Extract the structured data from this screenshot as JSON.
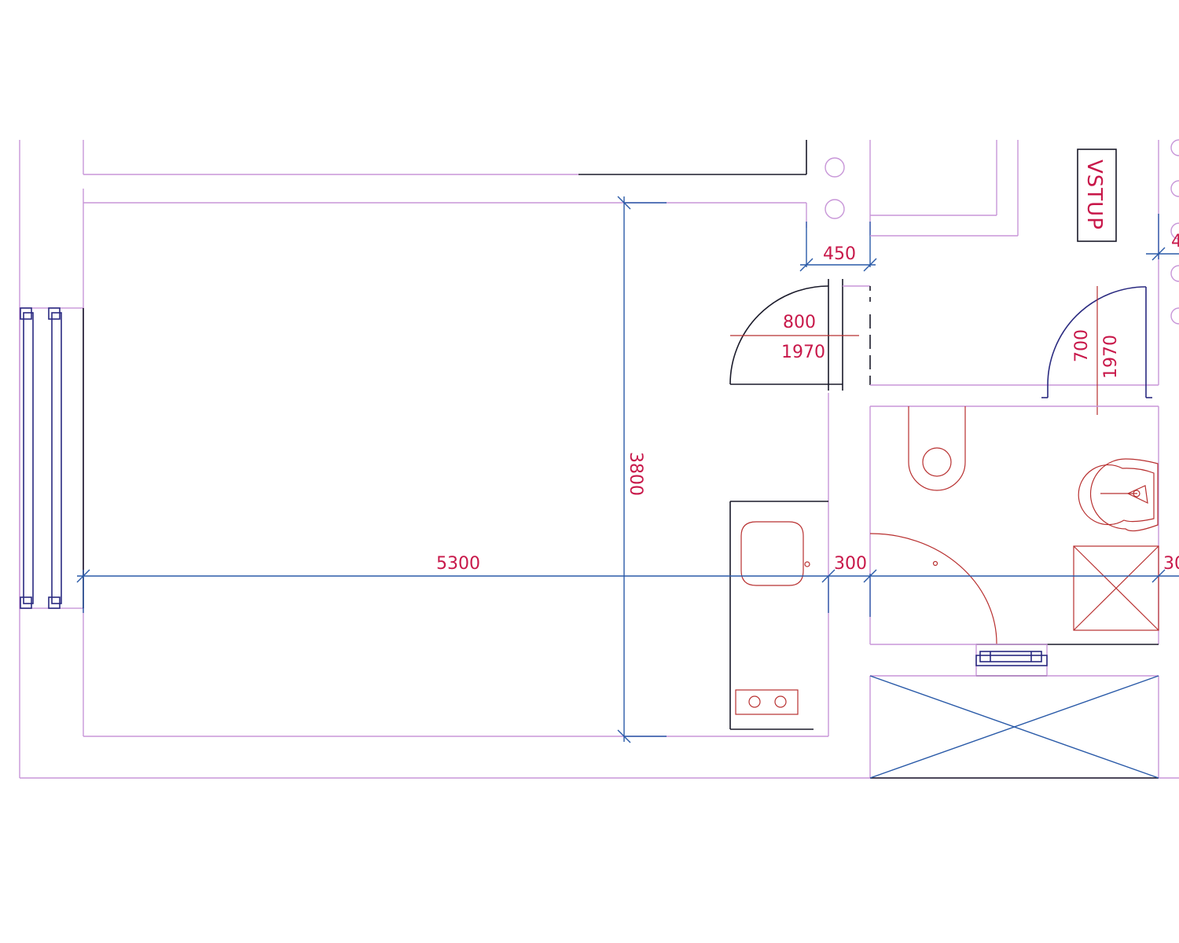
{
  "drawing": {
    "type": "architectural floor plan",
    "room_label": "VSTUP",
    "colors": {
      "walls": "#c896d8",
      "dimension_lines": "#2a5aa8",
      "dimension_text": "#c8184a",
      "sanitary_fixtures": "#b83030",
      "door_swings": "#1a1a2a",
      "radiators": "#2a2a80"
    }
  },
  "dimensions": {
    "room_width": "5300",
    "room_depth": "3800",
    "wall_gap_top": "450",
    "partition_left": "300",
    "partition_right": "30",
    "right_edge_partial": "4"
  },
  "doors": {
    "main_door_width": "800",
    "main_door_height": "1970",
    "entry_door_width": "700",
    "entry_door_height": "1970"
  }
}
